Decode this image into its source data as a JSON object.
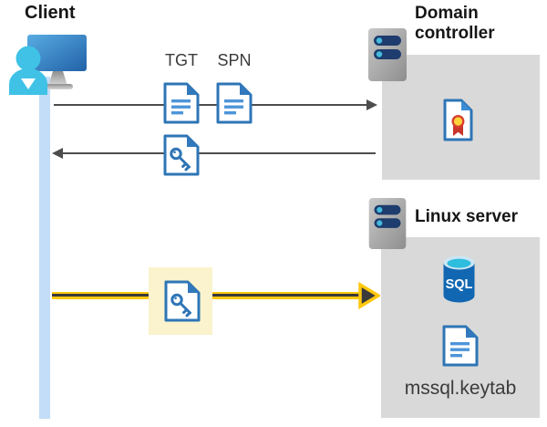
{
  "diagram": {
    "client": {
      "label": "Client"
    },
    "domain_controller": {
      "label": "Domain controller"
    },
    "linux_server": {
      "label": "Linux server",
      "sql_label": "SQL",
      "keytab_label": "mssql.keytab"
    },
    "tickets": {
      "tgt": "TGT",
      "spn": "SPN"
    },
    "colors": {
      "arrow_gray": "#4d4d4d",
      "highlight_yellow": "#ffc810",
      "highlight_box_cream": "#faf3cd",
      "node_box_gray": "#d9d9d9",
      "document_blue": "#2e75b6",
      "lifeline_blue": "#c3dcf8"
    }
  }
}
